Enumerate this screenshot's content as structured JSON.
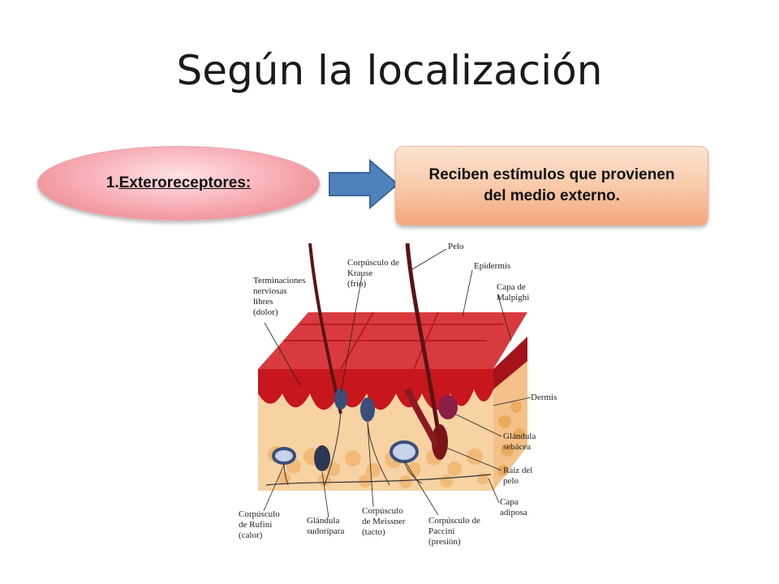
{
  "title": "Según la localización",
  "left_shape": {
    "number": "1.",
    "text": "Exteroreceptores:"
  },
  "right_box": {
    "text": "Reciben estímulos que provienen del medio externo."
  },
  "diagram_labels": {
    "pelo": "Pelo",
    "epidermis": "Epidermis",
    "malpighi": "Capa de\nMalpighi",
    "krause": "Corpúsculo de\nKrause\n(frío)",
    "terminaciones": "Terminaciones\nnerviosas\nlibres\n(dolor)",
    "dermis": "Dermis",
    "sebacea": "Glándula\nsebácea",
    "raiz": "Raíz del\npelo",
    "adiposa": "Capa\nadiposa",
    "ruffini": "Corpúsculo\nde Rufini\n(calor)",
    "sudoripara": "Glándula\nsudorípara",
    "meissner": "Corpúsculo\nde Meissner\n(tacto)",
    "paccini": "Corpúsculo de\nPaccini\n(presión)"
  },
  "colors": {
    "ellipse": "#f7a8b0",
    "box": "#f9c7a6",
    "arrow": "#4f81bd",
    "epidermis": "#d8232a",
    "dermis": "#f4c48a"
  }
}
